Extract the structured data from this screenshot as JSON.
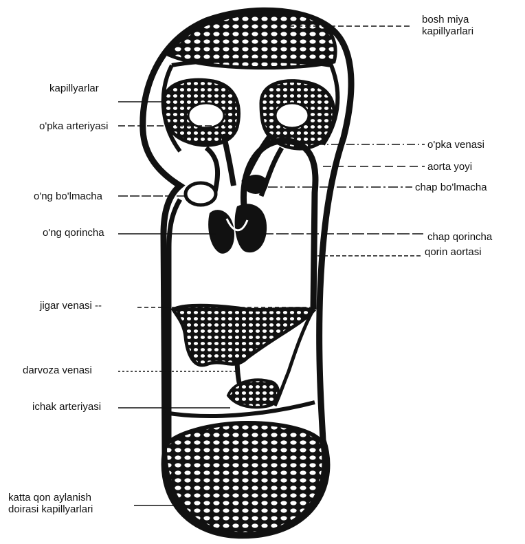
{
  "diagram": {
    "labels": {
      "bosh_miya": "bosh miya\nkapillyarlari",
      "kapillyarlar": "kapillyarlar",
      "opka_arteriyasi": "o'pka arteriyasi",
      "opka_venasi": "o'pka venasi",
      "aorta_yoyi": "aorta yoyi",
      "ong_bolmacha": "o'ng bo'lmacha",
      "chap_bolmacha": "chap bo'lmacha",
      "ong_qorincha": "o'ng qorincha",
      "chap_qorincha": "chap qorincha",
      "qorin_aortasi": "qorin aortasi",
      "jigar_venasi": "jigar venasi --",
      "darvoza_venasi": "darvoza venasi",
      "ichak_arteriyasi": "ichak arteriyasi",
      "katta_qon": "katta qon aylanish\ndoirasi kapillyarlari"
    },
    "colors": {
      "ink": "#111111",
      "paper": "#ffffff"
    }
  }
}
